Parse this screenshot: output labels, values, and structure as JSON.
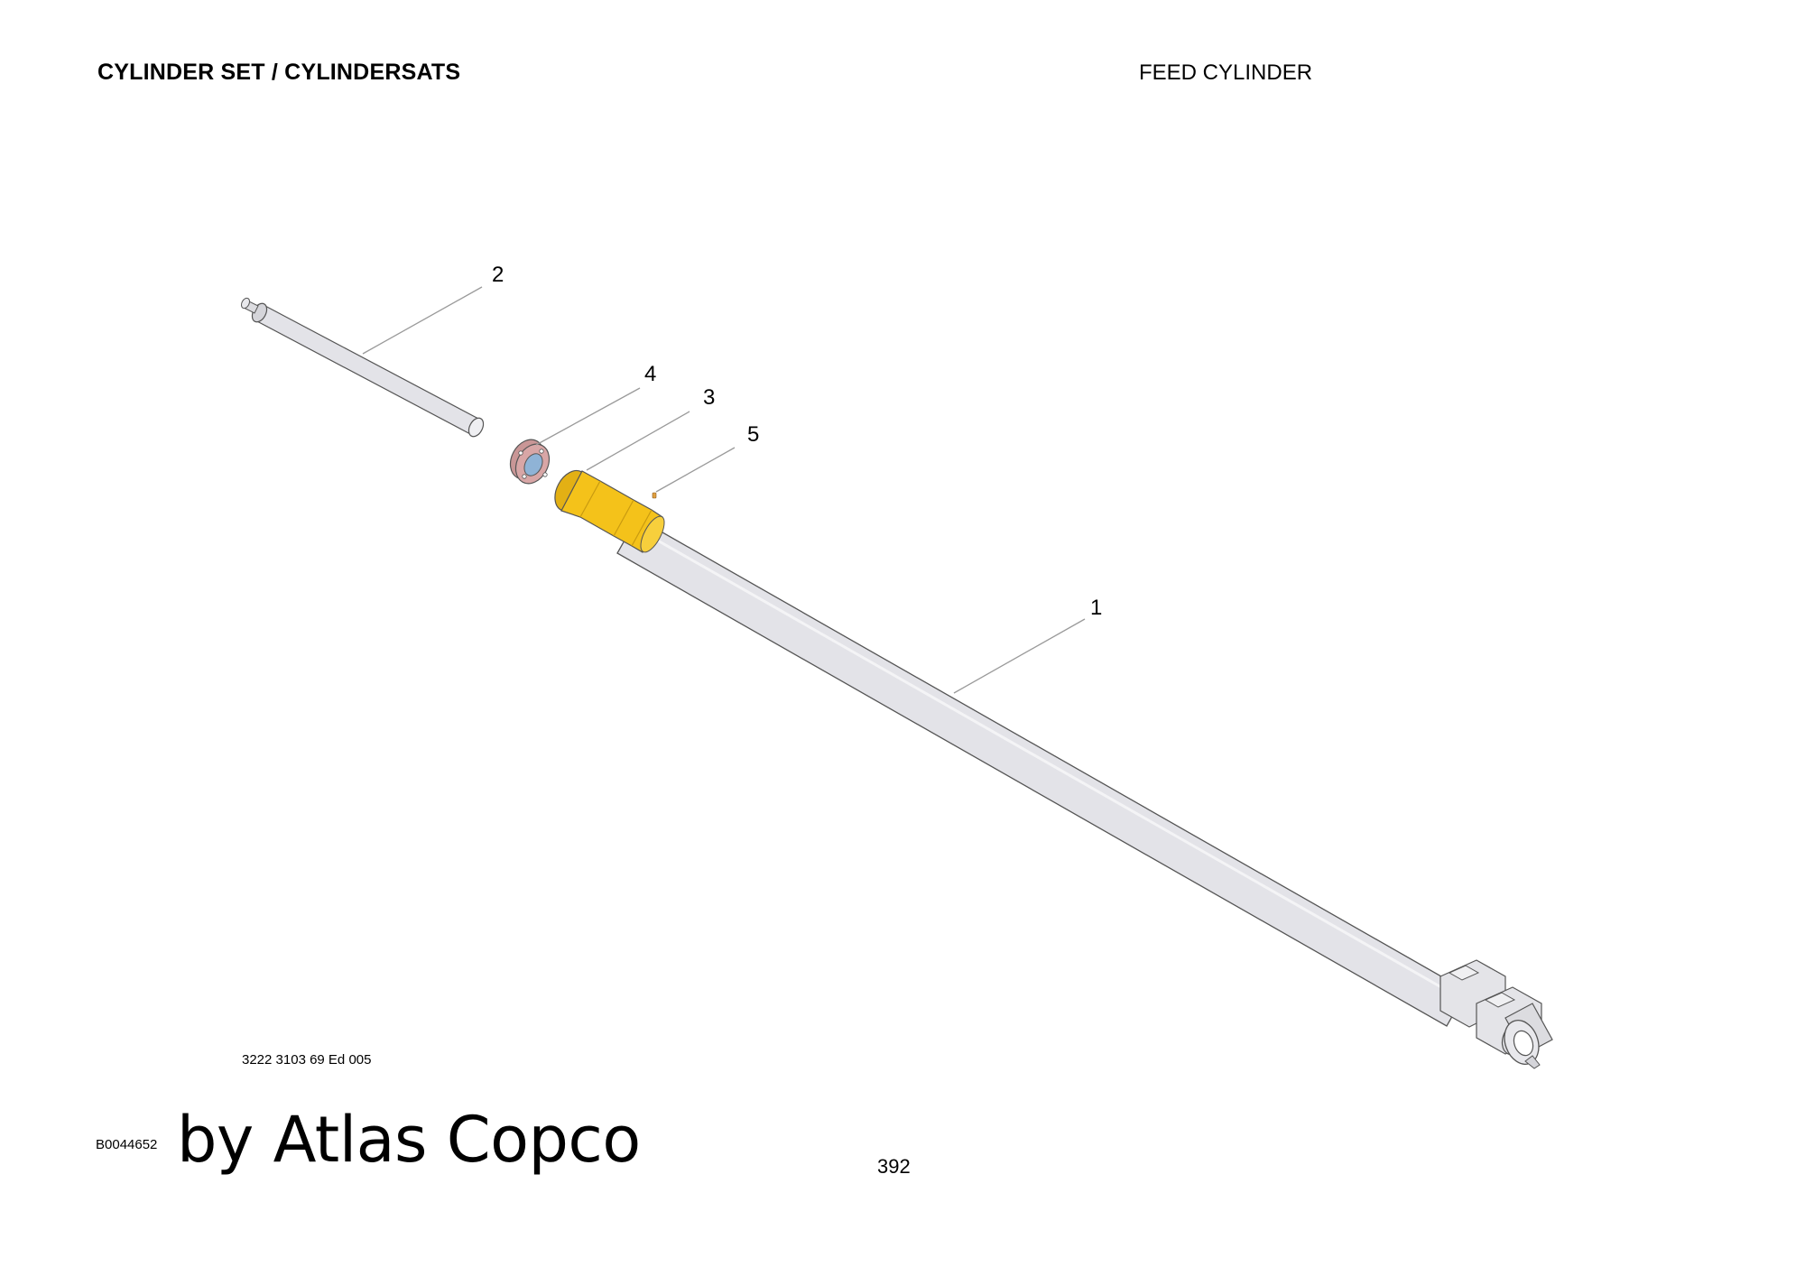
{
  "header": {
    "section_title": "CYLINDER SET / CYLINDERSATS",
    "assembly_title": "FEED CYLINDER"
  },
  "footer": {
    "document_number": "3222 3103 69 Ed 005",
    "figure_code": "B0044652",
    "brand_text": "by Atlas Copco",
    "page_number": "392"
  },
  "callouts": [
    {
      "label": "1",
      "part": "cylinder-tube"
    },
    {
      "label": "2",
      "part": "piston-rod"
    },
    {
      "label": "3",
      "part": "cylinder-head"
    },
    {
      "label": "4",
      "part": "nut"
    },
    {
      "label": "5",
      "part": "small-component"
    }
  ],
  "colors": {
    "tube": "#e3e3e8",
    "head": "#f4c21a",
    "nut": "#d8a6a6",
    "nut_center": "#8fb3d6",
    "outline": "#555555",
    "leader": "#9a9a9a"
  }
}
